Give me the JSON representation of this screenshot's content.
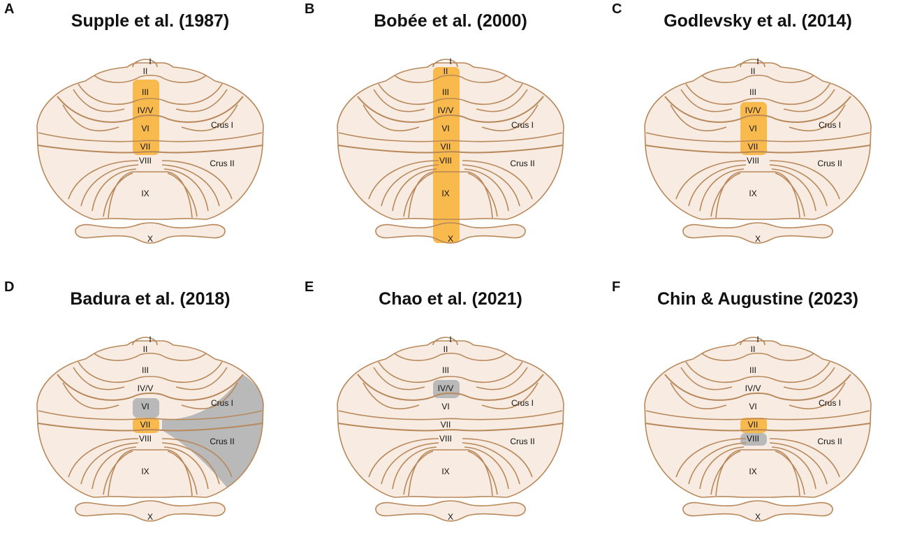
{
  "colors": {
    "tissue_fill": "#f7ebe2",
    "tissue_stroke": "#b8885a",
    "highlight_orange": "#f8b94d",
    "highlight_gray": "#b9b9b9"
  },
  "labels": {
    "I": "I",
    "II": "II",
    "III": "III",
    "IV_V": "IV/V",
    "VI": "VI",
    "VII": "VII",
    "VIII": "VIII",
    "IX": "IX",
    "X": "X",
    "crus1": "Crus I",
    "crus2": "Crus II"
  },
  "panels": [
    {
      "letter": "A",
      "title": "Supple et al. (1987)",
      "highlights": [
        {
          "type": "vermis",
          "from": "III",
          "to": "VII",
          "color": "orange"
        }
      ]
    },
    {
      "letter": "B",
      "title": "Bobée et al. (2000)",
      "highlights": [
        {
          "type": "vermis",
          "from": "II",
          "to": "X",
          "color": "orange"
        }
      ]
    },
    {
      "letter": "C",
      "title": "Godlevsky et al. (2014)",
      "highlights": [
        {
          "type": "vermis",
          "from": "IV/V",
          "to": "VII",
          "color": "orange"
        }
      ]
    },
    {
      "letter": "D",
      "title": "Badura et al. (2018)",
      "highlights": [
        {
          "type": "crus",
          "region": "Crus I + Crus II (right hemisphere)",
          "color": "gray"
        },
        {
          "type": "vermis",
          "from": "VI",
          "to": "VI",
          "color": "gray"
        },
        {
          "type": "vermis",
          "from": "VII",
          "to": "VII",
          "color": "orange"
        }
      ]
    },
    {
      "letter": "E",
      "title": "Chao et al. (2021)",
      "highlights": [
        {
          "type": "vermis",
          "from": "IV/V",
          "to": "IV/V",
          "color": "gray"
        }
      ]
    },
    {
      "letter": "F",
      "title": "Chin & Augustine (2023)",
      "highlights": [
        {
          "type": "vermis",
          "from": "VII",
          "to": "VII",
          "color": "orange"
        },
        {
          "type": "vermis",
          "from": "VIII",
          "to": "VIII",
          "color": "gray"
        }
      ]
    }
  ]
}
